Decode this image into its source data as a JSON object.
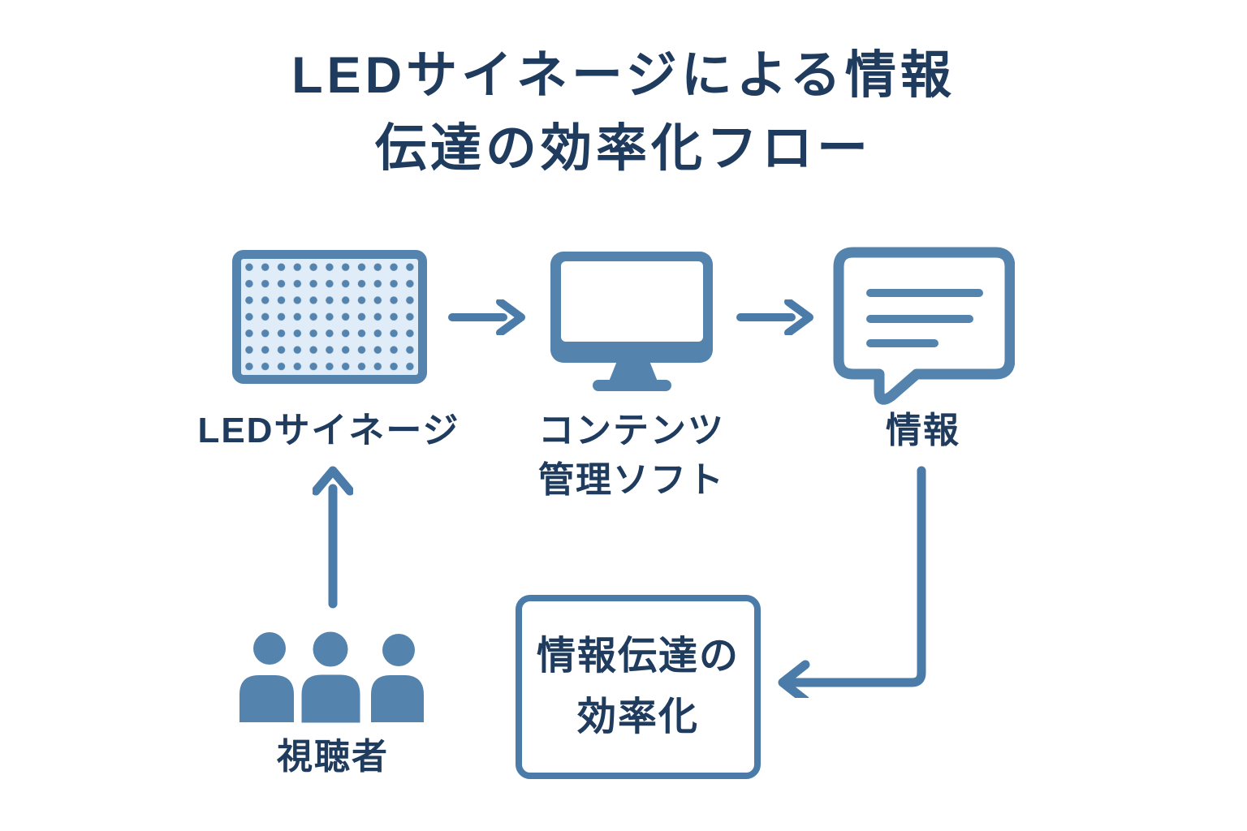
{
  "title": {
    "line1": "LEDサイネージによる情報",
    "line2": "伝達の効率化フロー"
  },
  "nodes": {
    "led_signage": {
      "label": "LEDサイネージ",
      "icon": "led-panel-icon"
    },
    "cms": {
      "label_line1": "コンテンツ",
      "label_line2": "管理ソフト",
      "icon": "monitor-icon"
    },
    "info": {
      "label": "情報",
      "icon": "speech-bubble-icon"
    },
    "viewers": {
      "label": "視聴者",
      "icon": "people-icon"
    },
    "outcome": {
      "label_line1": "情報伝達の",
      "label_line2": "効率化"
    }
  },
  "flow": [
    {
      "from": "LEDサイネージ",
      "to": "コンテンツ管理ソフト",
      "arrow": "right"
    },
    {
      "from": "コンテンツ管理ソフト",
      "to": "情報",
      "arrow": "right"
    },
    {
      "from": "情報",
      "to": "情報伝達の効率化",
      "arrow": "elbow-down-left"
    },
    {
      "from": "視聴者",
      "to": "LEDサイネージ",
      "arrow": "up"
    }
  ],
  "colors": {
    "navy": "#1f3b5e",
    "steel": "#5484ae",
    "steel_dark": "#4b7ba8",
    "panel_bg": "#e0edf9",
    "bg": "#ffffff"
  }
}
